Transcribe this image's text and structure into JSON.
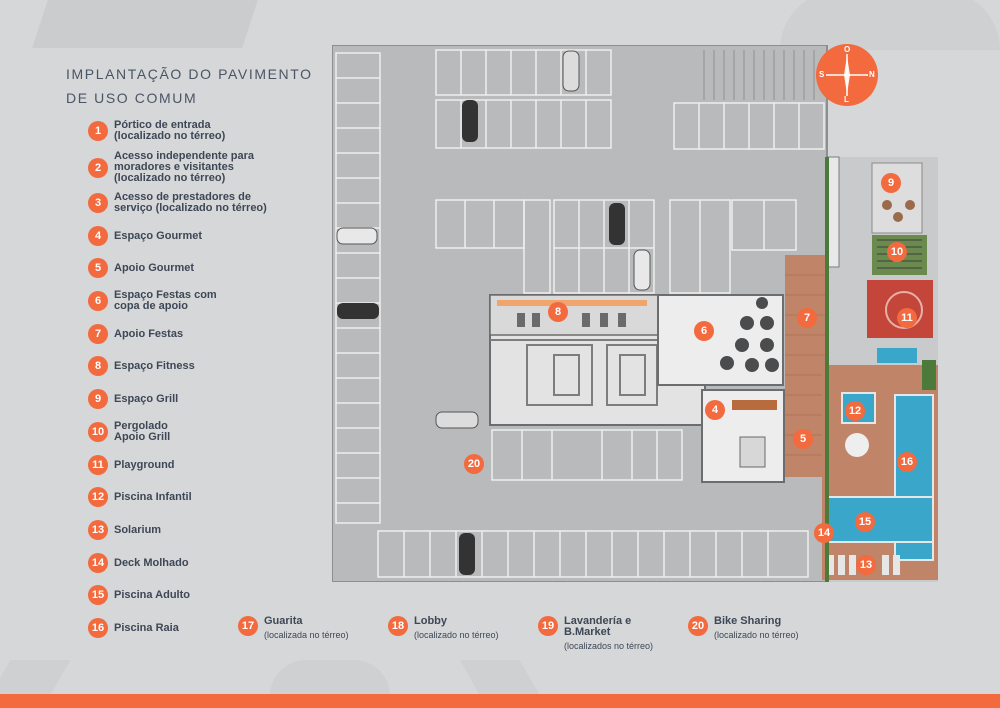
{
  "title": {
    "line1": "IMPLANTAÇÃO DO PAVIMENTO",
    "line2": "DE USO COMUM"
  },
  "legend": [
    {
      "num": "1",
      "lines": [
        "Pórtico de entrada",
        "(localizado no térreo)"
      ]
    },
    {
      "num": "2",
      "lines": [
        "Acesso independente para",
        "moradores e visitantes",
        "(localizado no térreo)"
      ]
    },
    {
      "num": "3",
      "lines": [
        "Acesso de prestadores de",
        "serviço (localizado no térreo)"
      ]
    },
    {
      "num": "4",
      "lines": [
        "Espaço Gourmet"
      ]
    },
    {
      "num": "5",
      "lines": [
        "Apoio Gourmet"
      ]
    },
    {
      "num": "6",
      "lines": [
        "Espaço Festas com",
        "copa de apoio"
      ]
    },
    {
      "num": "7",
      "lines": [
        "Apoio Festas"
      ]
    },
    {
      "num": "8",
      "lines": [
        "Espaço Fitness"
      ]
    },
    {
      "num": "9",
      "lines": [
        "Espaço Grill"
      ]
    },
    {
      "num": "10",
      "lines": [
        "Pergolado",
        "Apoio Grill"
      ]
    },
    {
      "num": "11",
      "lines": [
        "Playground"
      ]
    },
    {
      "num": "12",
      "lines": [
        "Piscina Infantil"
      ]
    },
    {
      "num": "13",
      "lines": [
        "Solarium"
      ]
    },
    {
      "num": "14",
      "lines": [
        "Deck Molhado"
      ]
    },
    {
      "num": "15",
      "lines": [
        "Piscina Adulto"
      ]
    },
    {
      "num": "16",
      "lines": [
        "Piscina Raia"
      ]
    }
  ],
  "bottom_legend": [
    {
      "num": "17",
      "lines": [
        "Guarita"
      ],
      "sub": "(localizada no térreo)"
    },
    {
      "num": "18",
      "lines": [
        "Lobby"
      ],
      "sub": "(localizado no térreo)"
    },
    {
      "num": "19",
      "lines": [
        "Lavandería e",
        "B.Market"
      ],
      "sub": "(localizados no térreo)"
    },
    {
      "num": "20",
      "lines": [
        "Bike Sharing"
      ],
      "sub": "(localizado no térreo)"
    }
  ],
  "compass": {
    "n": "N",
    "s": "S",
    "o": "O",
    "l": "L"
  },
  "plan_markers": [
    "4",
    "5",
    "6",
    "7",
    "8",
    "9",
    "10",
    "11",
    "12",
    "13",
    "14",
    "15",
    "16",
    "20"
  ],
  "colors": {
    "accent": "#f26a3d",
    "background": "#d6d7d8",
    "parking": "#b7b8b9",
    "pool": "#3aa6c9",
    "wood_deck": "#c08468",
    "grass": "#4c7a3a"
  }
}
